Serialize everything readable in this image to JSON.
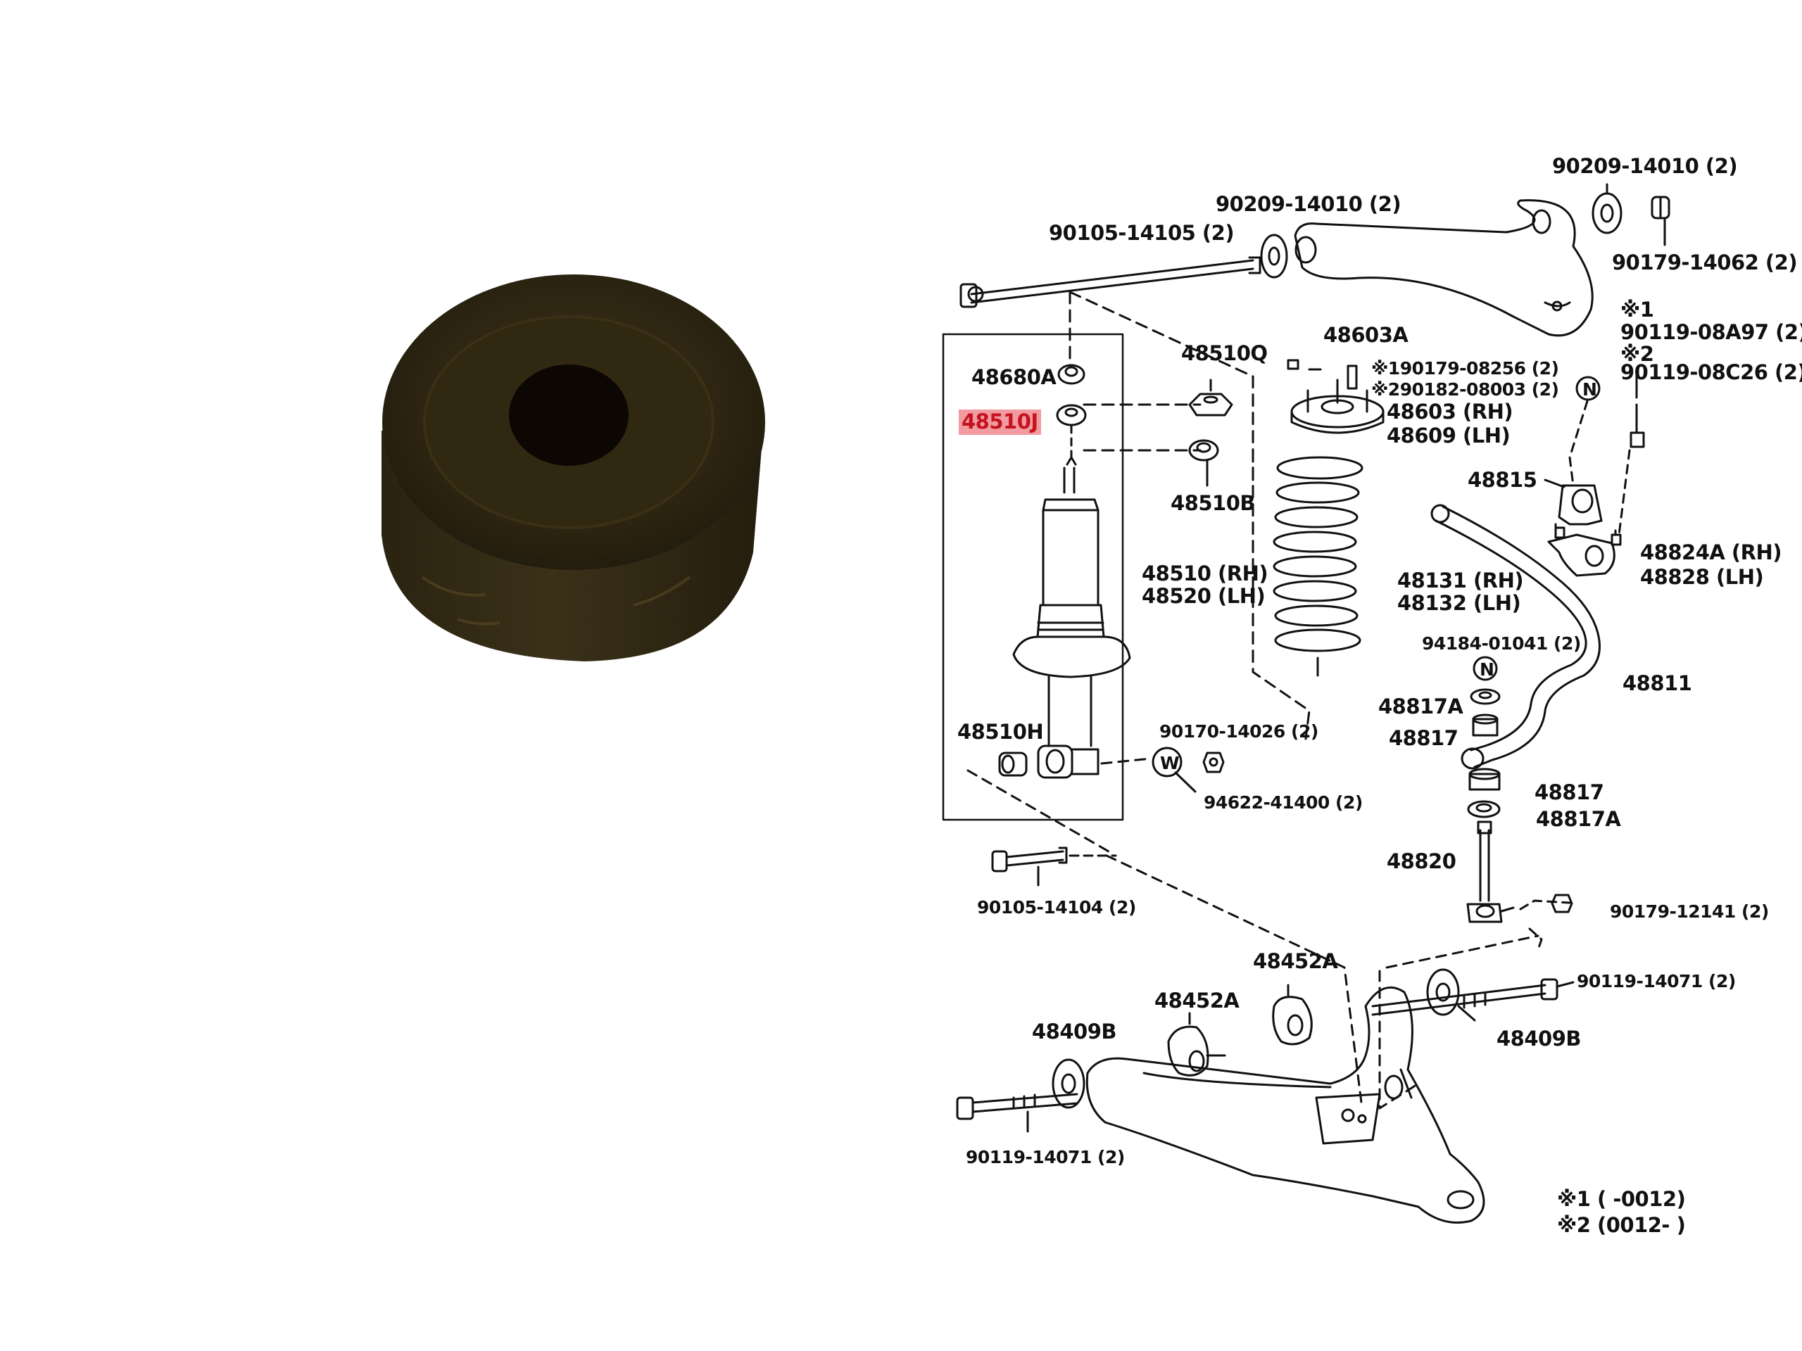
{
  "callouts": {
    "c_90209_top": "90209-14010 (2)",
    "c_90179_14062": "90179-14062 (2)",
    "c_90209_mid": "90209-14010 (2)",
    "c_90105_14105": "90105-14105 (2)",
    "c_mark1_top": "※1",
    "c_90119_08a97": "90119-08A97 (2)",
    "c_mark2_top": "※2",
    "c_90119_08c26": "90119-08C26 (2)",
    "c_48603a": "48603A",
    "c_190179": "※190179-08256 (2)",
    "c_290182": "※290182-08003 (2)",
    "c_48510q": "48510Q",
    "c_48680a": "48680A",
    "c_48510j": "48510J",
    "c_48603": "48603 (RH)",
    "c_48609": "48609 (LH)",
    "c_48510b": "48510B",
    "c_48815": "48815",
    "c_48510": "48510 (RH)",
    "c_48520": "48520 (LH)",
    "c_48131": "48131 (RH)",
    "c_48132": "48132 (LH)",
    "c_48824a": "48824A (RH)",
    "c_48828": "48828    (LH)",
    "c_94184": "94184-01041 (2)",
    "c_48811": "48811",
    "c_48817a_1": "48817A",
    "c_48817_1": "48817",
    "c_48510h": "48510H",
    "c_90170": "90170-14026 (2)",
    "c_94622": "94622-41400 (2)",
    "c_48817_2": "48817",
    "c_48817a_2": "48817A",
    "c_48820": "48820",
    "c_90105_14104": "90105-14104 (2)",
    "c_90179_12141": "90179-12141 (2)",
    "c_48452a_1": "48452A",
    "c_90119_14071_r": "90119-14071 (2)",
    "c_48452a_2": "48452A",
    "c_48409b_l": "48409B",
    "c_48409b_r": "48409B",
    "c_90119_14071_l": "90119-14071 (2)",
    "c_note1": "※1 (        -0012)",
    "c_note2": "※2 (0012-        )"
  },
  "part_symbols": {
    "n1": "N",
    "n2": "N",
    "w1": "W"
  },
  "highlighted_part": "48510J",
  "colors": {
    "highlight_bg": "#f19aa0",
    "highlight_text": "#c4121e",
    "line_art": "#111111",
    "bushing_dark": "#2a2110",
    "bushing_mid": "#3a2f18"
  }
}
